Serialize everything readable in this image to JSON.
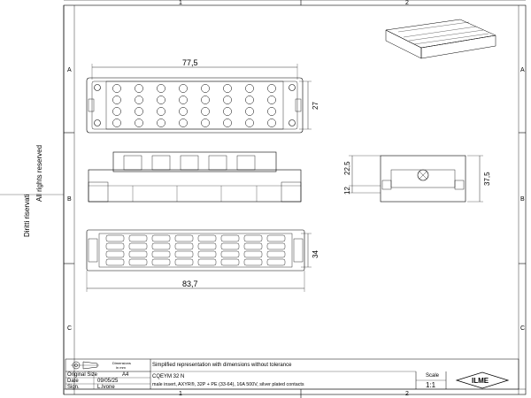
{
  "frame": {
    "columns": [
      "1",
      "2"
    ],
    "rows": [
      "A",
      "B",
      "C"
    ]
  },
  "side_notes": {
    "rights": "All rights reserved",
    "rights_right": "Diritti riservati"
  },
  "dimensions": {
    "top_width": "77,5",
    "top_height": "27",
    "side_height_total": "22,5",
    "side_height_low": "12",
    "end_height": "37,5",
    "bottom_height": "34",
    "bottom_width": "83,7"
  },
  "title_block": {
    "dimensions_label": "Dimensions",
    "dimensions_unit": "in mm",
    "original_size_label": "Original Size",
    "original_size_value": "A4",
    "date_label": "Date",
    "date_value": "09/05/25",
    "sign_label": "Sign.",
    "sign_value": "L.Ivone",
    "note": "Simplified representation with dimensions without tolerance",
    "part_code": "CQEYM 32 N",
    "description": "male insert, AXYR®, 32P + PE (33-64), 16A 500V, silver plated contacts",
    "scale_label": "Scale",
    "scale_value": "1:1",
    "logo_text": "ILME"
  },
  "colors": {
    "line": "#000000",
    "background": "#ffffff"
  }
}
